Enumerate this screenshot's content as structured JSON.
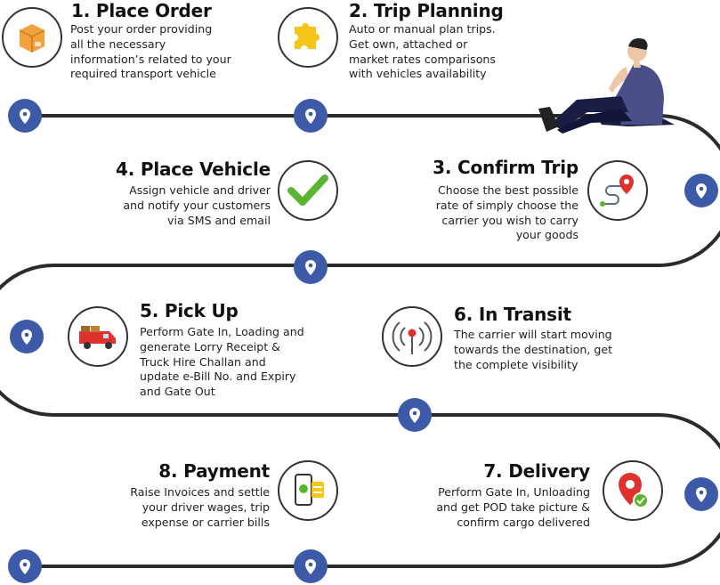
{
  "steps": [
    {
      "title": "1. Place Order",
      "desc": [
        "Post your order providing",
        "all the necessary",
        "information’s related to your",
        "required transport vehicle"
      ],
      "icon": "package-box-icon"
    },
    {
      "title": "2. Trip Planning",
      "desc": [
        "Auto or manual plan trips.",
        "Get own, attached or",
        "market rates comparisons",
        "with vehicles availability"
      ],
      "icon": "puzzle-piece-icon"
    },
    {
      "title": "3. Confirm Trip",
      "desc": [
        "Choose the best possible",
        "rate of simply choose the",
        "carrier you wish to carry",
        "your goods"
      ],
      "icon": "route-pin-icon"
    },
    {
      "title": "4. Place Vehicle",
      "desc": [
        "Assign vehicle and driver",
        "and notify your customers",
        "via SMS and email"
      ],
      "icon": "checkmark-icon"
    },
    {
      "title": "5. Pick Up",
      "desc": [
        "Perform Gate In, Loading and",
        "generate Lorry Receipt &",
        "Truck Hire Challan and",
        "update e-Bill No. and Expiry",
        "and Gate Out"
      ],
      "icon": "truck-icon"
    },
    {
      "title": "6. In Transit",
      "desc": [
        "The carrier will start moving",
        "towards the destination, get",
        "the complete visibility"
      ],
      "icon": "signal-tower-icon"
    },
    {
      "title": "7. Delivery",
      "desc": [
        "Perform Gate In, Unloading",
        "and get POD take picture &",
        "confirm cargo delivered"
      ],
      "icon": "delivered-pin-icon"
    },
    {
      "title": "8. Payment",
      "desc": [
        "Raise Invoices and settle",
        "your driver wages, trip",
        "expense or carrier bills"
      ],
      "icon": "phone-payment-icon"
    }
  ],
  "colors": {
    "path": "#2b2b2b",
    "marker": "#3d5aa8",
    "check": "#5cb531",
    "pin_red": "#e0322c",
    "box": "#f2a23a",
    "puzzle": "#f5c518"
  }
}
